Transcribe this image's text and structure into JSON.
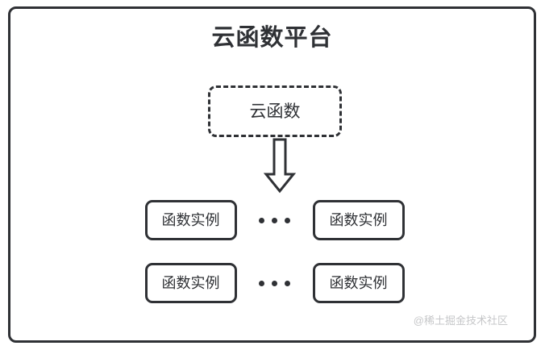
{
  "diagram": {
    "title": "云函数平台",
    "cloud_function": {
      "label": "云函数",
      "border_style": "dashed"
    },
    "arrow": {
      "name": "down-block-arrow",
      "direction": "down"
    },
    "rows": [
      {
        "left": {
          "label": "函数实例"
        },
        "separator": "···",
        "right": {
          "label": "函数实例"
        }
      },
      {
        "left": {
          "label": "函数实例"
        },
        "separator": "···",
        "right": {
          "label": "函数实例"
        }
      }
    ],
    "watermark": "@稀土掘金技术社区",
    "colors": {
      "stroke": "#2f3135",
      "background": "#ffffff",
      "watermark": "#c6c7c9"
    }
  }
}
